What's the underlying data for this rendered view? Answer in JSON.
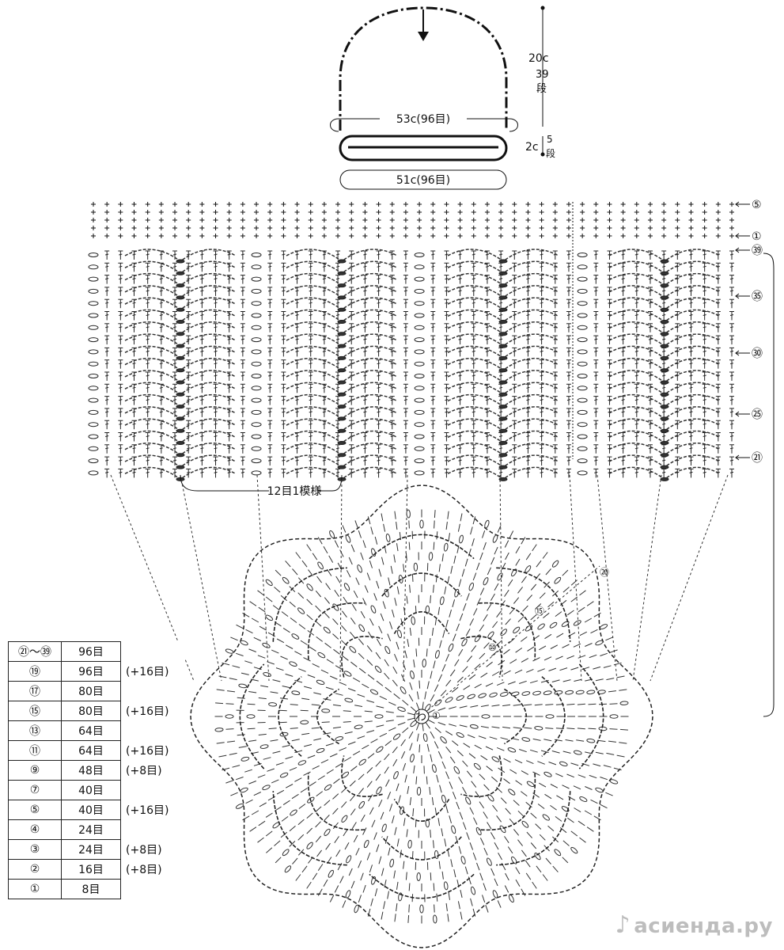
{
  "schematic": {
    "height_label": "20c",
    "height_rows_label": "39",
    "height_rows_unit": "段",
    "top_width_label": "53c(96目)",
    "band_height_label": "2c",
    "band_rows_label": "5",
    "band_rows_unit": "段",
    "bottom_width_label": "51c(96目)"
  },
  "chart": {
    "pattern_repeat_label": "12目1模様",
    "row_markers": [
      "⑤",
      "①",
      "㊴",
      "㉟",
      "㉚",
      "㉕",
      "㉑"
    ],
    "round_markers": [
      "⑳",
      "⑮",
      "⑩",
      "①"
    ],
    "center_label": "わ"
  },
  "stitch_table": {
    "rows": [
      {
        "rounds": "㉑〜㊴",
        "count": "96目",
        "increase": ""
      },
      {
        "rounds": "⑲",
        "count": "96目",
        "increase": "(+16目)"
      },
      {
        "rounds": "⑰",
        "count": "80目",
        "increase": ""
      },
      {
        "rounds": "⑮",
        "count": "80目",
        "increase": "(+16目)"
      },
      {
        "rounds": "⑬",
        "count": "64目",
        "increase": ""
      },
      {
        "rounds": "⑪",
        "count": "64目",
        "increase": "(+16目)"
      },
      {
        "rounds": "⑨",
        "count": "48目",
        "increase": "(+8目)"
      },
      {
        "rounds": "⑦",
        "count": "40目",
        "increase": ""
      },
      {
        "rounds": "⑤",
        "count": "40目",
        "increase": "(+16目)"
      },
      {
        "rounds": "④",
        "count": "24目",
        "increase": ""
      },
      {
        "rounds": "③",
        "count": "24目",
        "increase": "(+8目)"
      },
      {
        "rounds": "②",
        "count": "16目",
        "increase": "(+8目)"
      },
      {
        "rounds": "①",
        "count": "8目",
        "increase": ""
      }
    ]
  },
  "watermark": {
    "text": "асиенда.ру"
  }
}
